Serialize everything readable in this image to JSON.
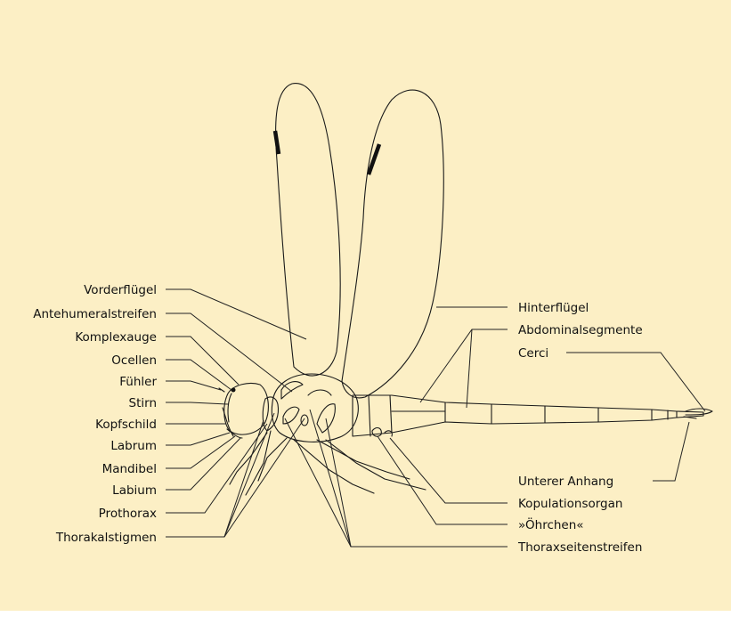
{
  "diagram": {
    "colors": {
      "background": "#fcefc5",
      "ink": "#1a1a1a"
    },
    "labels_left": [
      "Vorderflügel",
      "Antehumeralstreifen",
      "Komplexauge",
      "Ocellen",
      "Fühler",
      "Stirn",
      "Kopfschild",
      "Labrum",
      "Mandibel",
      "Labium",
      "Prothorax",
      "Thorakalstigmen"
    ],
    "labels_right": [
      "Hinterflügel",
      "Abdominalsegmente",
      "Cerci",
      "Unterer Anhang",
      "Kopulationsorgan",
      "»Öhrchen«",
      "Thoraxseitenstreifen"
    ]
  }
}
